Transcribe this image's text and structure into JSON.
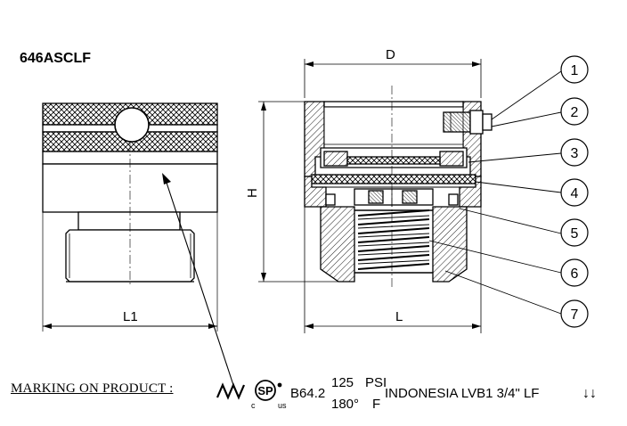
{
  "model": "646ASCLF",
  "dimensions": {
    "d": "D",
    "h": "H",
    "l": "L",
    "l1": "L1"
  },
  "callouts": [
    "1",
    "2",
    "3",
    "4",
    "5",
    "6",
    "7"
  ],
  "marking": {
    "label": "MARKING ON PRODUCT :",
    "csa_c": "c",
    "csa_us": "us",
    "standard": "B64.2",
    "pressure_value": "125",
    "pressure_unit": "PSI",
    "temp_value": "180°",
    "temp_unit": "F",
    "text": "INDONESIA LVB1  3/4\" LF",
    "arrows": "↓↓"
  },
  "icons": [
    "manufacturer-logo-icon",
    "csa-mark-icon",
    "flow-arrows-icon"
  ]
}
